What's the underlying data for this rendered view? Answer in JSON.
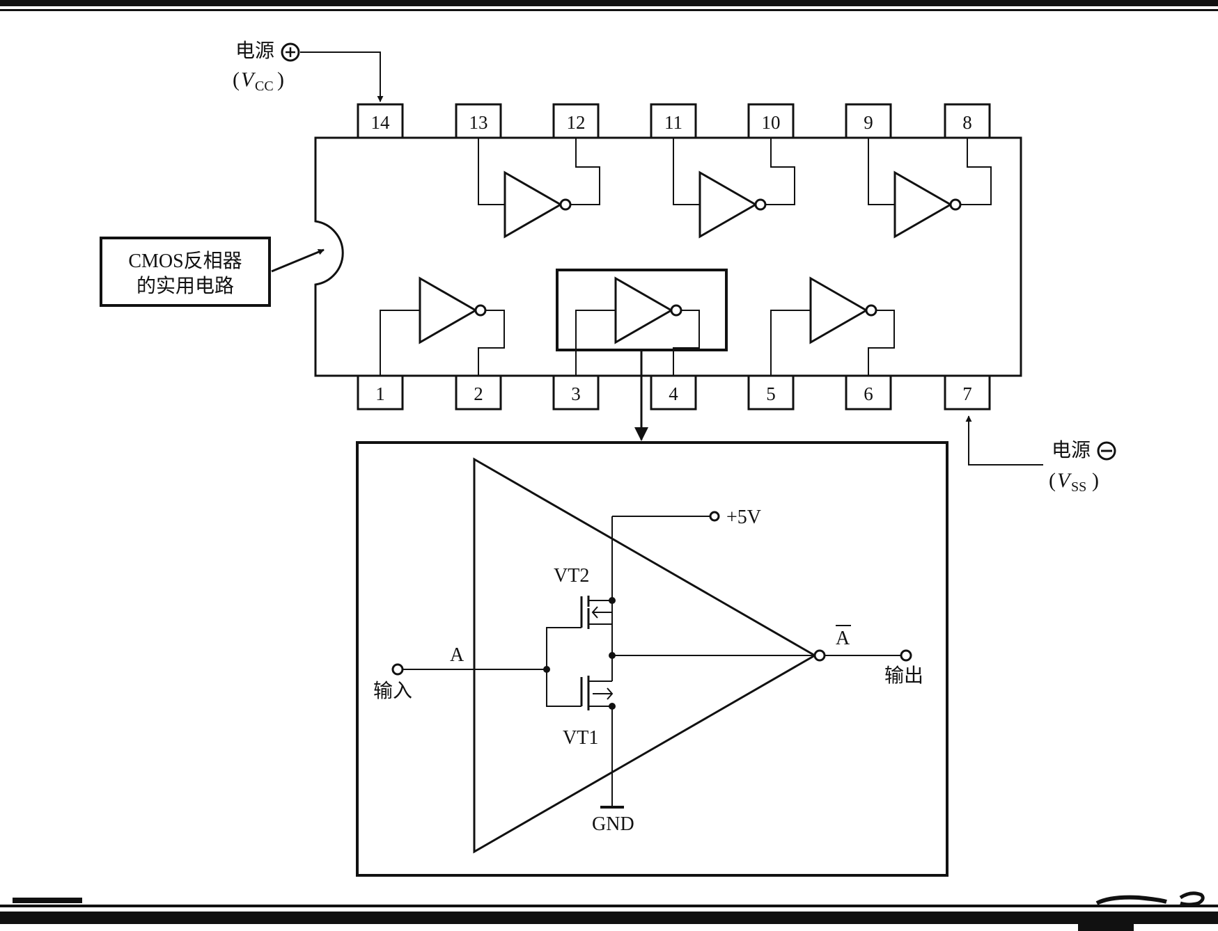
{
  "diagram": {
    "top_pins": [
      "14",
      "13",
      "12",
      "11",
      "10",
      "9",
      "8"
    ],
    "bottom_pins": [
      "1",
      "2",
      "3",
      "4",
      "5",
      "6",
      "7"
    ],
    "vcc": {
      "label": "电源",
      "symbol": "⊕",
      "paren_open": "(",
      "var": "V",
      "sub": "CC",
      "paren_close": ")"
    },
    "vss": {
      "label": "电源",
      "symbol": "⊖",
      "paren_open": "(",
      "var": "V",
      "sub": "SS",
      "paren_close": ")"
    },
    "callout": {
      "line1": "CMOS反相器",
      "line2": "的实用电路"
    },
    "detail": {
      "supply": "+5V",
      "vt2": "VT2",
      "vt1": "VT1",
      "gnd": "GND",
      "input_node": "A",
      "output_node": "A",
      "input_label": "输入",
      "output_label": "输出"
    },
    "colors": {
      "ink": "#111111",
      "background": "#ffffff"
    }
  }
}
